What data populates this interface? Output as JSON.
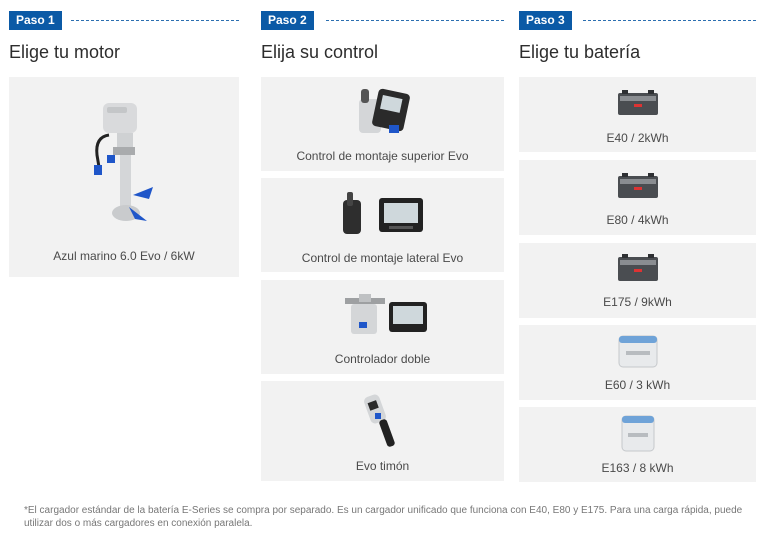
{
  "steps": [
    {
      "badge": "Paso 1",
      "title": "Elige tu motor",
      "options": [
        {
          "label": "Azul marino 6.0 Evo / 6kW",
          "icon": "outboard-motor-icon"
        }
      ]
    },
    {
      "badge": "Paso 2",
      "title": "Elija su control",
      "options": [
        {
          "label": "Control de montaje superior Evo",
          "icon": "top-mount-throttle-icon"
        },
        {
          "label": "Control de montaje lateral Evo",
          "icon": "side-mount-throttle-icon"
        },
        {
          "label": "Controlador doble",
          "icon": "dual-controller-icon"
        },
        {
          "label": "Evo timón",
          "icon": "tiller-icon"
        }
      ]
    },
    {
      "badge": "Paso 3",
      "title": "Elige tu batería",
      "options": [
        {
          "label": "E40 / 2kWh",
          "icon": "battery-dark-icon"
        },
        {
          "label": "E80 / 4kWh",
          "icon": "battery-dark-icon"
        },
        {
          "label": "E175 / 9kWh",
          "icon": "battery-dark-icon"
        },
        {
          "label": "E60 / 3 kWh",
          "icon": "battery-white-icon"
        },
        {
          "label": "E163 / 8 kWh",
          "icon": "battery-white-icon"
        }
      ]
    }
  ],
  "footnote": "*El cargador estándar de la batería E-Series se compra por separado. Es un cargador unificado que funciona con E40, E80 y E175. Para una carga rápida, puede utilizar dos o más cargadores en conexión paralela.",
  "colors": {
    "accent": "#0b5aa6",
    "card_bg": "#f2f2f2"
  }
}
